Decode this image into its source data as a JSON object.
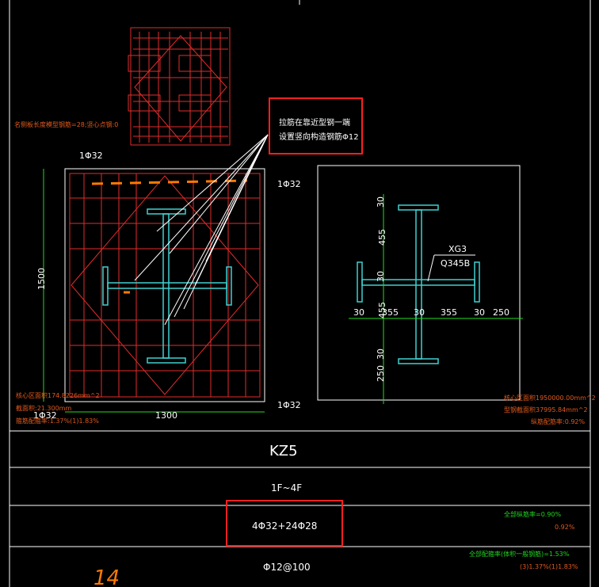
{
  "colors": {
    "background": "#000000",
    "frame": "#ffffff",
    "rebar": "#ff2a2a",
    "steel": "#40d0d0",
    "dimension": "#22dd22",
    "note_orange": "#e05a1c",
    "note_green": "#22d422",
    "highlight_box": "#ff2020",
    "pen_mark": "#ff7a00"
  },
  "left_section": {
    "top_left_note": "名侧板长度模型钢筋=28;竖心点钢:0",
    "corner_labels": {
      "top_left": "1Φ32",
      "top_right": "1Φ32",
      "bottom_left": "1Φ32",
      "bottom_right": "1Φ32"
    },
    "dim_width": "1300",
    "dim_height": "1500",
    "bottom_left_notes": [
      "核心区面积174.8226mm^2",
      "截面积:21.300mm",
      "箍筋配箍率:1.37%(1)1.83%"
    ]
  },
  "callout": {
    "line1": "拉筋在靠近型钢一端",
    "line2": "设置竖向构造钢筋Φ12"
  },
  "right_section": {
    "label_name": "XG3",
    "label_grade": "Q345B",
    "dims_vertical": [
      "30",
      "455",
      "30",
      "455",
      "30",
      "250"
    ],
    "dims_horizontal": [
      "30",
      "355",
      "30",
      "355",
      "30",
      "250"
    ],
    "notes": [
      "核心区面积1950000.00mm^2",
      "型钢截面积37995.84mm^2",
      "纵筋配筋率:0.92%"
    ]
  },
  "table": {
    "name": "KZ5",
    "floors": "1F~4F",
    "rebar": "4Φ32+24Φ28",
    "stirrup": "Φ12@100",
    "ratio_row1": [
      "全部纵筋率=0.90%",
      "0.92%"
    ],
    "ratio_row2": [
      "全部配箍率(体积一般钢筋)=1.53%",
      "(3)1.37%(1)1.83%"
    ]
  },
  "handwriting": "14"
}
